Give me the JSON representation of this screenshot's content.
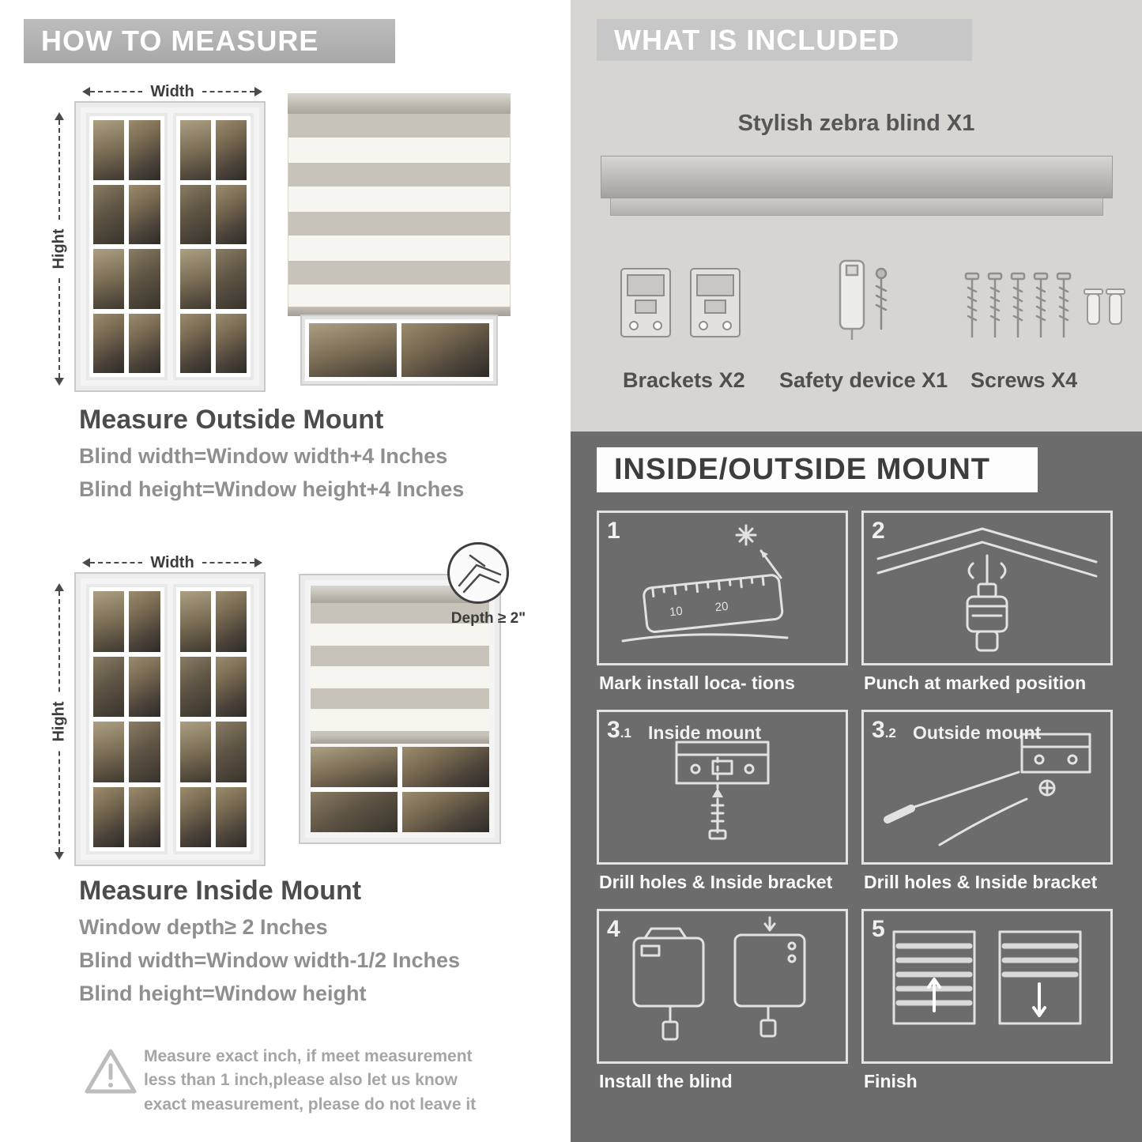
{
  "theme": {
    "left_header_bg": "#b3b3b3",
    "included_bg": "#d6d5d2",
    "mount_bg": "#6c6c6c",
    "stripe_gray": "#c8c3b9",
    "stripe_sheer": "#f7f5f0"
  },
  "how_to_measure": {
    "header": "HOW TO MEASURE",
    "width_label": "Width",
    "height_label": "Hight",
    "outside": {
      "title": "Measure Outside Mount",
      "lines": [
        "Blind width=Window width+4 Inches",
        "Blind height=Window height+4 Inches"
      ]
    },
    "inside": {
      "title": "Measure Inside Mount",
      "depth_callout": "Depth ≥ 2\"",
      "lines": [
        "Window depth≥ 2 Inches",
        "Blind width=Window width-1/2 Inches",
        "Blind height=Window height"
      ]
    },
    "note": "Measure exact inch, if meet measurement less than 1 inch,please also let us know exact measurement, please do not leave it"
  },
  "included": {
    "header": "WHAT IS INCLUDED",
    "product": "Stylish zebra blind X1",
    "parts": [
      {
        "label": "Brackets X2"
      },
      {
        "label": "Safety device X1"
      },
      {
        "label": "Screws X4"
      }
    ]
  },
  "mount": {
    "header": "INSIDE/OUTSIDE MOUNT",
    "steps": [
      {
        "num": "1",
        "caption": "Mark install loca- tions"
      },
      {
        "num": "2",
        "caption": "Punch at  marked position"
      },
      {
        "num": "3",
        "sub": ".1",
        "label": "Inside mount",
        "caption": "Drill holes &  Inside bracket"
      },
      {
        "num": "3",
        "sub": ".2",
        "label": "Outside mount",
        "caption": "Drill holes &  Inside bracket"
      },
      {
        "num": "4",
        "caption": "Install the blind"
      },
      {
        "num": "5",
        "caption": "Finish"
      }
    ]
  }
}
